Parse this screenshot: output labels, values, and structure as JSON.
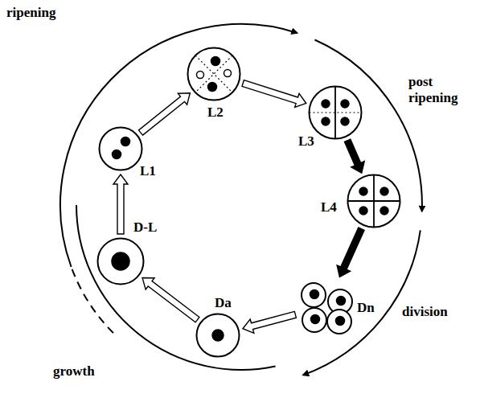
{
  "diagram": {
    "nodes": [
      {
        "text": [
          "L1"
        ]
      },
      {
        "text": [
          "L2"
        ]
      },
      {
        "text": [
          "L3"
        ]
      },
      {
        "text": [
          "L4"
        ]
      },
      {
        "text": [
          "Dn"
        ]
      },
      {
        "text": [
          "Da"
        ]
      },
      {
        "text": [
          "D-L"
        ]
      }
    ],
    "edges": [
      {
        "from": 0,
        "to": 1,
        "arrow": "to"
      },
      {
        "from": 1,
        "to": 2,
        "arrow": "to"
      },
      {
        "from": 2,
        "to": 3,
        "arrow": "to"
      },
      {
        "from": 3,
        "to": 4,
        "arrow": "to"
      },
      {
        "from": 4,
        "to": 5,
        "arrow": "to"
      },
      {
        "from": 5,
        "to": 6,
        "arrow": "to"
      },
      {
        "from": 6,
        "to": 0,
        "arrow": "to"
      }
    ],
    "labels": [
      "ripening",
      "post ripening",
      "division",
      "growth"
    ]
  }
}
